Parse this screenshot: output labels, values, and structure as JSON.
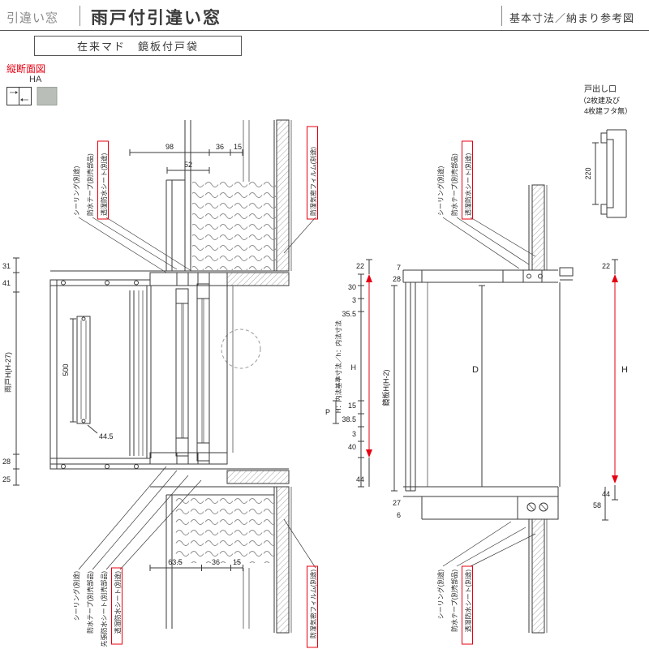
{
  "page": {
    "category": "引違い窓",
    "title": "雨戸付引違い窓",
    "corner_note": "基本寸法／納まり参考図",
    "subtitle": "在来マド　鏡板付戸袋",
    "section_label": "縦断面図",
    "legend_label": "HA"
  },
  "colors": {
    "accent": "#e60012",
    "line": "#3a3a3a"
  },
  "detail_view": {
    "title": "戸出し口",
    "note_line1": "（2枚建及び",
    "note_line2": "4枚建フタ無）",
    "dim_220": "220"
  },
  "left_view": {
    "callout_sealing_top": "シーリング(別途)",
    "callout_tape_top": "防水テープ(別売部品)",
    "callout_sheet_top": "透湿防水シート(別途)",
    "callout_film_top": "防湿気密フィルム(別途)",
    "dim_98": "98",
    "dim_52": "52",
    "dim_36t": "36",
    "dim_15t": "15",
    "dim_31": "31",
    "dim_41": "41",
    "label_amado_h": "雨戸H(H-27)",
    "dim_500": "500",
    "dim_44_5": "44.5",
    "dim_28": "28",
    "dim_25": "25",
    "dim_22": "22",
    "dim_30": "30",
    "dim_3a": "3",
    "dim_35_5": "35.5",
    "dim_15m": "15",
    "dim_38_5": "38.5",
    "dim_3b": "3",
    "dim_40": "40",
    "dim_44": "44",
    "label_note": "H：内法基準寸法／h：内法寸法",
    "label_p": "P",
    "label_h": "H",
    "dim_63_5": "63.5",
    "dim_36b": "36",
    "dim_15b": "15",
    "callout_sealing_btm": "シーリング(別途)",
    "callout_tape_btm": "防水テープ(別売部品)",
    "callout_saki_btm": "先張防水シート(別売部品)",
    "callout_sheet_btm": "透湿防水シート(別途)",
    "callout_film_btm": "防湿気密フィルム(別途)"
  },
  "right_view": {
    "callout_sealing_top": "シーリング(別途)",
    "callout_tape_top": "防水テープ(別売部品)",
    "callout_sheet_top": "透湿防水シート(別途)",
    "dim_7": "7",
    "dim_28": "28",
    "dim_22": "22",
    "label_d": "D",
    "label_kagamiita_h": "鏡板H(H-2)",
    "label_h": "H",
    "dim_27": "27",
    "dim_6": "6",
    "dim_58": "58",
    "dim_44": "44",
    "callout_sealing_btm": "シーリング(別途)",
    "callout_tape_btm": "防水テープ(別売部品)",
    "callout_sheet_btm": "透湿防水シート(別途)"
  }
}
